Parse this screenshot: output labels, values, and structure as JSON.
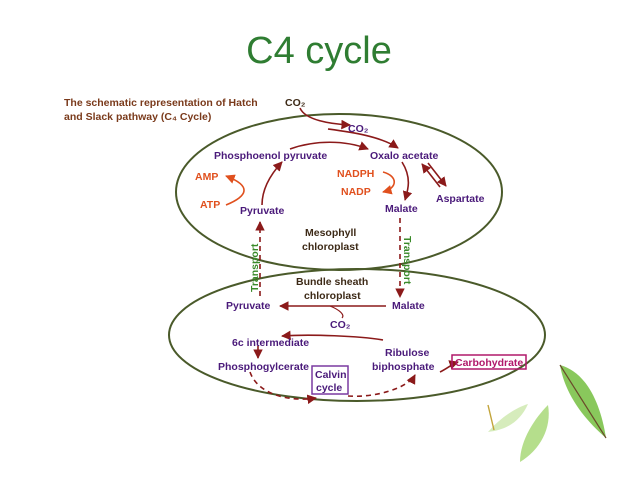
{
  "title": "C4 cycle",
  "caption": [
    "The schematic representation of Hatch",
    "and Slack pathway (C₄ Cycle)"
  ],
  "mesophyll": {
    "co2_in": "CO₂",
    "co2_inner": "CO₂",
    "pep": "Phosphoenol pyruvate",
    "oaa": "Oxalo acetate",
    "amp": "AMP",
    "atp": "ATP",
    "pyruvate": "Pyruvate",
    "nadph": "NADPH",
    "nadp": "NADP",
    "malate": "Malate",
    "aspartate": "Aspartate",
    "label_line1": "Mesophyll",
    "label_line2": "chloroplast"
  },
  "transport_left": "Transport",
  "transport_right": "Transport",
  "bundle": {
    "label_line1": "Bundle sheath",
    "label_line2": "chloroplast",
    "pyruvate": "Pyruvate",
    "malate": "Malate",
    "co2": "CO₂",
    "c6": "6c intermediate",
    "pga": "Phosphogylcerate",
    "calvin_line1": "Calvin",
    "calvin_line2": "cycle",
    "rubp_line1": "Ribulose",
    "rubp_line2": "biphosphate",
    "carbohydrate": "Carbohydrate"
  },
  "colors": {
    "title": "#2f7d32",
    "ellipse": "#4a5a2a",
    "arrow": "#8b1a1a",
    "label_purple": "#4a1a7a",
    "label_orange": "#e0501e",
    "transport_green": "#3a8a2a",
    "box_magenta": "#b0186a",
    "leaf_green": "#7cc24a"
  },
  "icons": [
    "leaf-decoration-icon"
  ]
}
